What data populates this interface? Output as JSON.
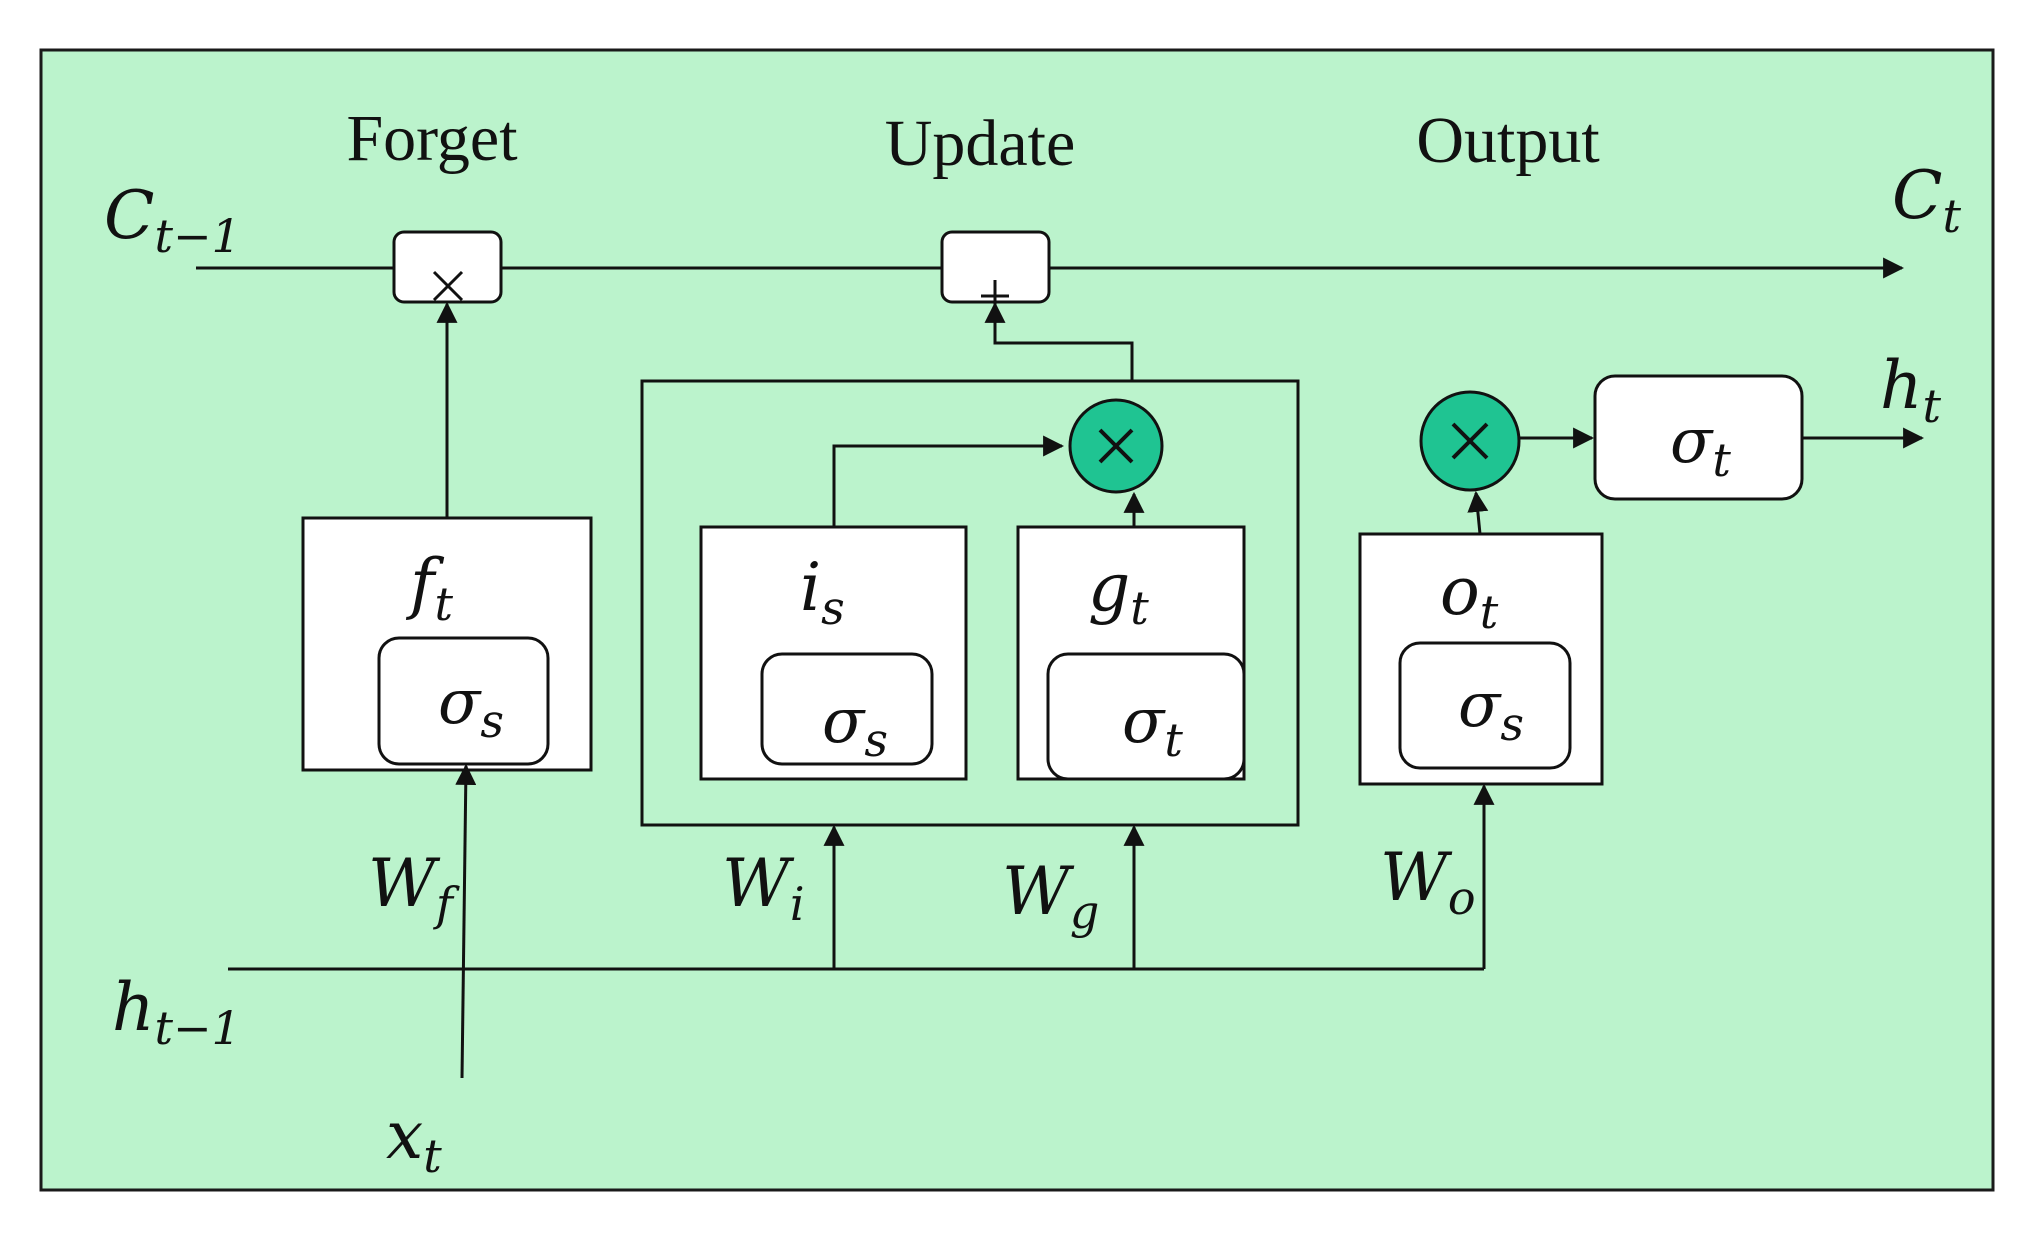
{
  "stages": {
    "forget": "Forget",
    "update": "Update",
    "output": "Output"
  },
  "inputs": {
    "c_prev": {
      "base": "C",
      "sub": "t−1"
    },
    "h_prev": {
      "base": "h",
      "sub": "t−1"
    },
    "x": {
      "base": "x",
      "sub": "t"
    }
  },
  "outputs": {
    "c": {
      "base": "C",
      "sub": "t"
    },
    "h": {
      "base": "h",
      "sub": "t"
    }
  },
  "gates": {
    "forget": {
      "base": "f",
      "sub": "t",
      "act": {
        "base": "σ",
        "sub": "s"
      }
    },
    "input": {
      "base": "i",
      "sub": "s",
      "act": {
        "base": "σ",
        "sub": "s"
      }
    },
    "candidate": {
      "base": "g",
      "sub": "t",
      "act": {
        "base": "σ",
        "sub": "t"
      }
    },
    "output": {
      "base": "o",
      "sub": "t",
      "act": {
        "base": "σ",
        "sub": "s"
      }
    }
  },
  "output_activation": {
    "base": "σ",
    "sub": "t"
  },
  "weights": {
    "forget": {
      "base": "W",
      "sub": "f"
    },
    "input": {
      "base": "W",
      "sub": "i"
    },
    "candidate": {
      "base": "W",
      "sub": "g"
    },
    "output": {
      "base": "W",
      "sub": "o"
    }
  },
  "colors": {
    "background": "#bbf3cc",
    "operator": "#1fc492"
  }
}
